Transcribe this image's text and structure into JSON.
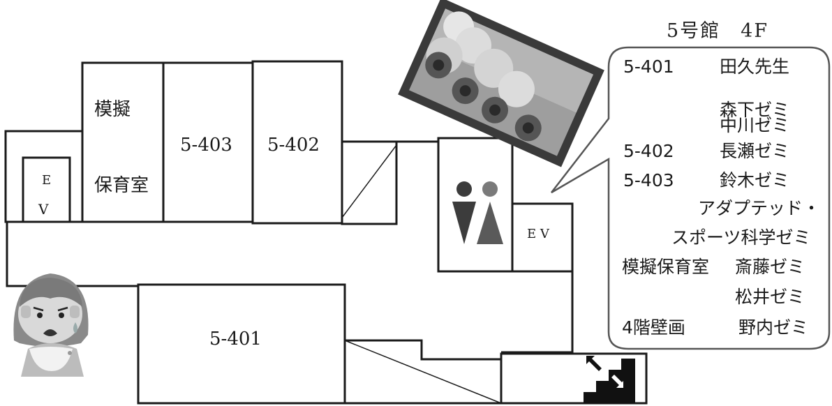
{
  "building_title": "5号館　4F",
  "rooms": {
    "r5401": "5-401",
    "r5402": "5-402",
    "r5403": "5-403",
    "mogi_line1": "模擬",
    "mogi_line2": "保育室",
    "ev_left_1": "E",
    "ev_left_2": "V",
    "ev_right": "E V"
  },
  "legend": [
    {
      "room": "5-401",
      "seminars": [
        "田久先生",
        "森下ゼミ",
        "中川ゼミ"
      ]
    },
    {
      "room": "5-402",
      "seminars": [
        "長瀬ゼミ"
      ]
    },
    {
      "room": "5-403",
      "seminars": [
        "鈴木ゼミ",
        "アダプテッド・",
        "スポーツ科学ゼミ"
      ]
    },
    {
      "room": "模擬保育室",
      "seminars": [
        "斎藤ゼミ",
        "松井ゼミ"
      ]
    },
    {
      "room": "4階壁画",
      "seminars": [
        "野内ゼミ"
      ]
    }
  ],
  "icons": {
    "restroom": "restroom-icon",
    "stairs": "stairs-icon",
    "character": "worried-girl-illustration",
    "painting": "wall-painting-illustration"
  },
  "colors": {
    "line": "#1a1a1a",
    "restroom_gray": "#3c3c3c",
    "restroom_gray_light": "#7a7a7a",
    "painting_frame": "#3a3a3a"
  }
}
